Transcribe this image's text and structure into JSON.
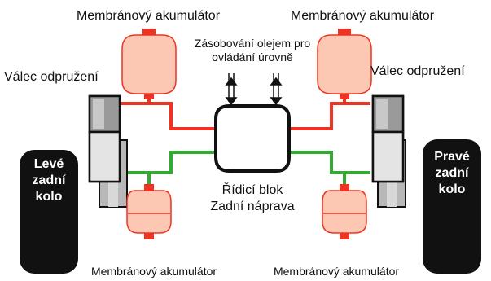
{
  "diagram": {
    "labels": {
      "accumulator_top_left": "Membránový akumulátor",
      "accumulator_top_right": "Membránový akumulátor",
      "accumulator_bottom_left": "Membránový akumulátor",
      "accumulator_bottom_right": "Membránový akumulátor",
      "oil_supply_line1": "Zásobování olejem pro",
      "oil_supply_line2": "ovládání úrovně",
      "strut_left": "Válec odpružení",
      "strut_right": "Válec odpružení",
      "control_block_line1": "Řídicí blok",
      "control_block_line2": "Zadní náprava",
      "wheel_left_line1": "Levé",
      "wheel_left_line2": "zadní",
      "wheel_left_line3": "kolo",
      "wheel_right_line1": "Pravé",
      "wheel_right_line2": "zadní",
      "wheel_right_line3": "kolo"
    },
    "colors": {
      "high_pressure_line": "#ee3322",
      "low_pressure_line": "#33aa33",
      "accumulator_fill": "#fcc8b4",
      "accumulator_stroke": "#ee3322",
      "strut_fill": "#b8b8b8",
      "wheel_fill": "#111111"
    }
  }
}
